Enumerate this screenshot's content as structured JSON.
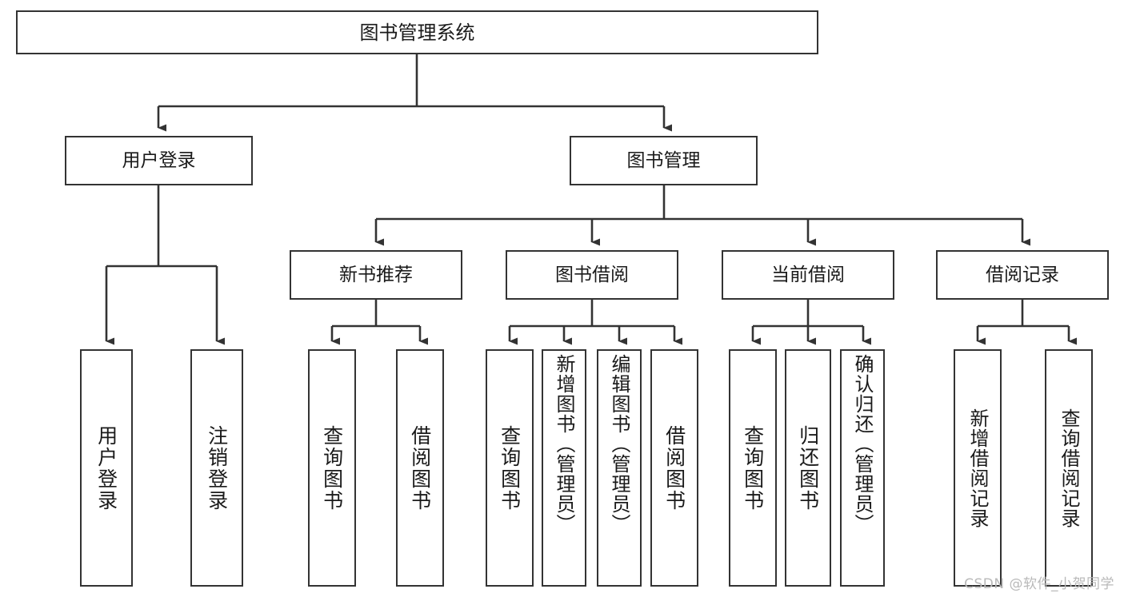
{
  "diagram": {
    "type": "tree",
    "title": "图书管理系统",
    "colors": {
      "node_border": "#333333",
      "node_fill": "#ffffff",
      "edge": "#333333",
      "text": "#1a1a1a",
      "watermark": "#b9b9b9"
    },
    "nodes": {
      "root": {
        "label": "图书管理系统"
      },
      "level2": [
        {
          "id": "user-login",
          "label": "用户登录"
        },
        {
          "id": "book-manage",
          "label": "图书管理"
        }
      ],
      "level3": [
        {
          "id": "new-book-recommend",
          "label": "新书推荐"
        },
        {
          "id": "book-borrow",
          "label": "图书借阅"
        },
        {
          "id": "current-borrow",
          "label": "当前借阅"
        },
        {
          "id": "borrow-record",
          "label": "借阅记录"
        }
      ],
      "leaves": {
        "user_login": [
          {
            "id": "leaf-user-login",
            "label": "用户登录"
          },
          {
            "id": "leaf-logout-login",
            "label": "注销登录"
          }
        ],
        "new_book_recommend": [
          {
            "id": "leaf-query-book-1",
            "label": "查询图书"
          },
          {
            "id": "leaf-borrow-book-1",
            "label": "借阅图书"
          }
        ],
        "book_borrow": [
          {
            "id": "leaf-query-book-2",
            "label": "查询图书"
          },
          {
            "id": "leaf-add-book-admin",
            "label": "新增图书（管理员）"
          },
          {
            "id": "leaf-edit-book-admin",
            "label": "编辑图书（管理员）"
          },
          {
            "id": "leaf-borrow-book-2",
            "label": "借阅图书"
          }
        ],
        "current_borrow": [
          {
            "id": "leaf-query-book-3",
            "label": "查询图书"
          },
          {
            "id": "leaf-return-book",
            "label": "归还图书"
          },
          {
            "id": "leaf-confirm-return-admin",
            "label": "确认归还（管理员）"
          }
        ],
        "borrow_record": [
          {
            "id": "leaf-add-borrow-record",
            "label": "新增借阅记录"
          },
          {
            "id": "leaf-query-borrow-record",
            "label": "查询借阅记录"
          }
        ]
      }
    }
  },
  "watermark": {
    "text": "CSDN @软件_小贺同学"
  }
}
